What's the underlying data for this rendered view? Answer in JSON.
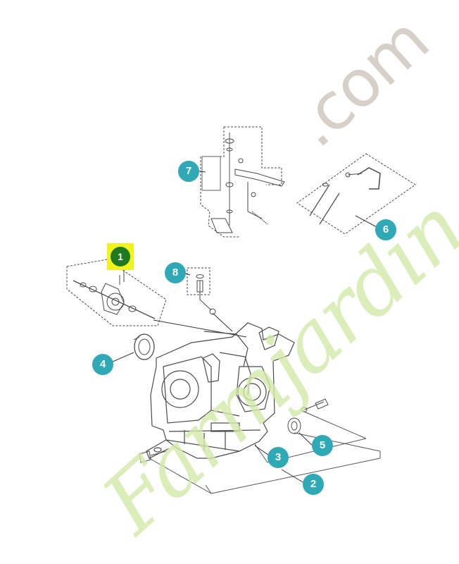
{
  "diagram": {
    "callouts": [
      {
        "id": "1",
        "label": "1"
      },
      {
        "id": "2",
        "label": "2"
      },
      {
        "id": "3",
        "label": "3"
      },
      {
        "id": "4",
        "label": "4"
      },
      {
        "id": "5",
        "label": "5"
      },
      {
        "id": "6",
        "label": "6"
      },
      {
        "id": "7",
        "label": "7"
      },
      {
        "id": "8",
        "label": "8"
      }
    ],
    "colors": {
      "callout": "#2fa9b5",
      "selected_callout": "#1f7a1f",
      "highlight": "#f2f21c",
      "line": "#4a4a4a"
    }
  },
  "watermark": {
    "text_main": "Farmjardin",
    "text_suffix": ".com",
    "colors": {
      "main": "#d3e9a8",
      "suffix": "#cfc8bf",
      "accent_dot": "#f5c983"
    }
  }
}
